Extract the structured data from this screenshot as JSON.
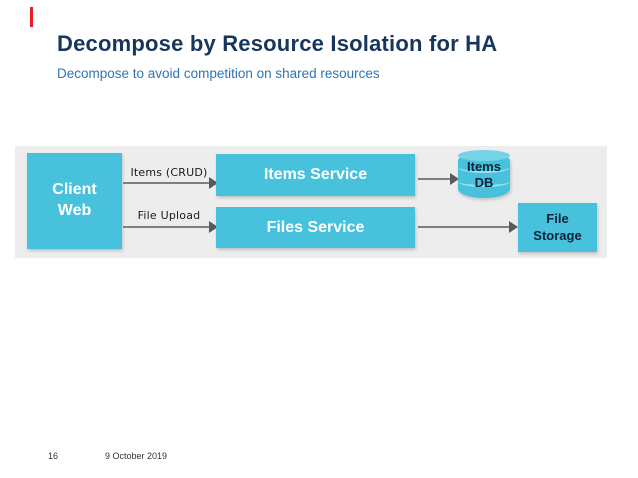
{
  "slide": {
    "title": "Decompose by Resource Isolation for HA",
    "subtitle": "Decompose to avoid competition on shared resources",
    "footer": {
      "page_number": "16",
      "date": "9 October 2019"
    }
  },
  "colors": {
    "title_text": "#17365D",
    "subtitle_text": "#2E75B6",
    "node_fill": "#48C2DC",
    "diagram_background": "#EDEDED",
    "accent_red": "#ED1C24",
    "arrow_gray": "#7F7F7F",
    "dark_label": "#0D2436"
  },
  "diagram": {
    "nodes": {
      "client_web": {
        "line1": "Client",
        "line2": "Web"
      },
      "items_service": {
        "label": "Items Service"
      },
      "files_service": {
        "label": "Files Service"
      },
      "items_db": {
        "line1": "Items",
        "line2": "DB"
      },
      "file_storage": {
        "line1": "File",
        "line2": "Storage"
      }
    },
    "edges": {
      "items_crud": {
        "label": "Items (CRUD)"
      },
      "file_upload": {
        "label": "File Upload"
      }
    }
  }
}
